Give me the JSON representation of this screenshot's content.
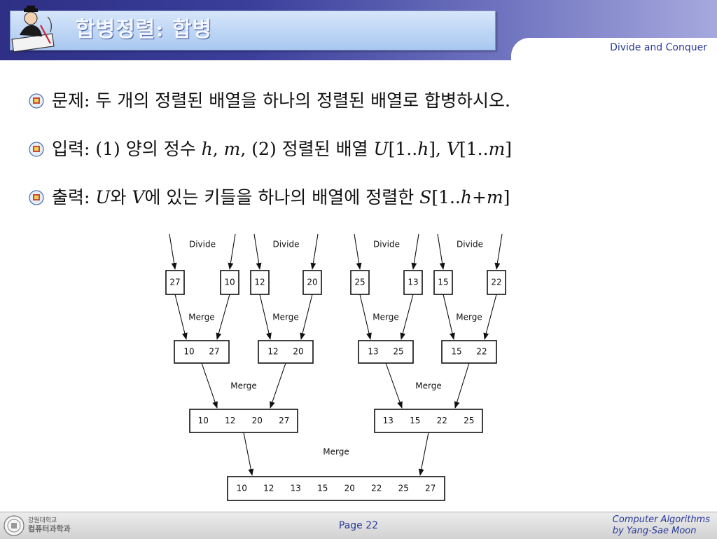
{
  "header": {
    "title": "합병정렬: 합병",
    "topic": "Divide and Conquer"
  },
  "bullets": [
    {
      "label": "문제:",
      "text": "두 개의 정렬된 배열을 하나의 정렬된 배열로 합병하시오."
    },
    {
      "label": "입력:",
      "p1": "(1) 양의 정수 ",
      "h": "h",
      "comma1": ", ",
      "m": "m",
      "p2": ", (2) 정렬된 배열 ",
      "U": "U",
      "r1a": "[1..",
      "r1b": "h",
      "r1c": "], ",
      "V": "V",
      "r2a": "[1..",
      "r2b": "m",
      "r2c": "]"
    },
    {
      "label": "출력:",
      "U": "U",
      "t1": "와 ",
      "V": "V",
      "t2": "에 있는 키들을 하나의 배열에 정렬한 ",
      "S": "S",
      "r1": "[1..",
      "h": "h",
      "plus": "+",
      "m": "m",
      "r2": "]"
    }
  ],
  "diagram": {
    "divide_label": "Divide",
    "merge_label": "Merge",
    "level1_pairs": [
      [
        27,
        10
      ],
      [
        12,
        20
      ],
      [
        25,
        13
      ],
      [
        15,
        22
      ]
    ],
    "level2": [
      [
        10,
        27
      ],
      [
        12,
        20
      ],
      [
        13,
        25
      ],
      [
        15,
        22
      ]
    ],
    "level3": [
      [
        10,
        12,
        20,
        27
      ],
      [
        13,
        15,
        22,
        25
      ]
    ],
    "level4": [
      10,
      12,
      13,
      15,
      20,
      22,
      25,
      27
    ]
  },
  "footer": {
    "dept_line1": "강원대학교",
    "dept_line2": "컴퓨터과학과",
    "page": "Page 22",
    "credit_line1": "Computer Algorithms",
    "credit_line2": "by Yang-Sae Moon"
  }
}
